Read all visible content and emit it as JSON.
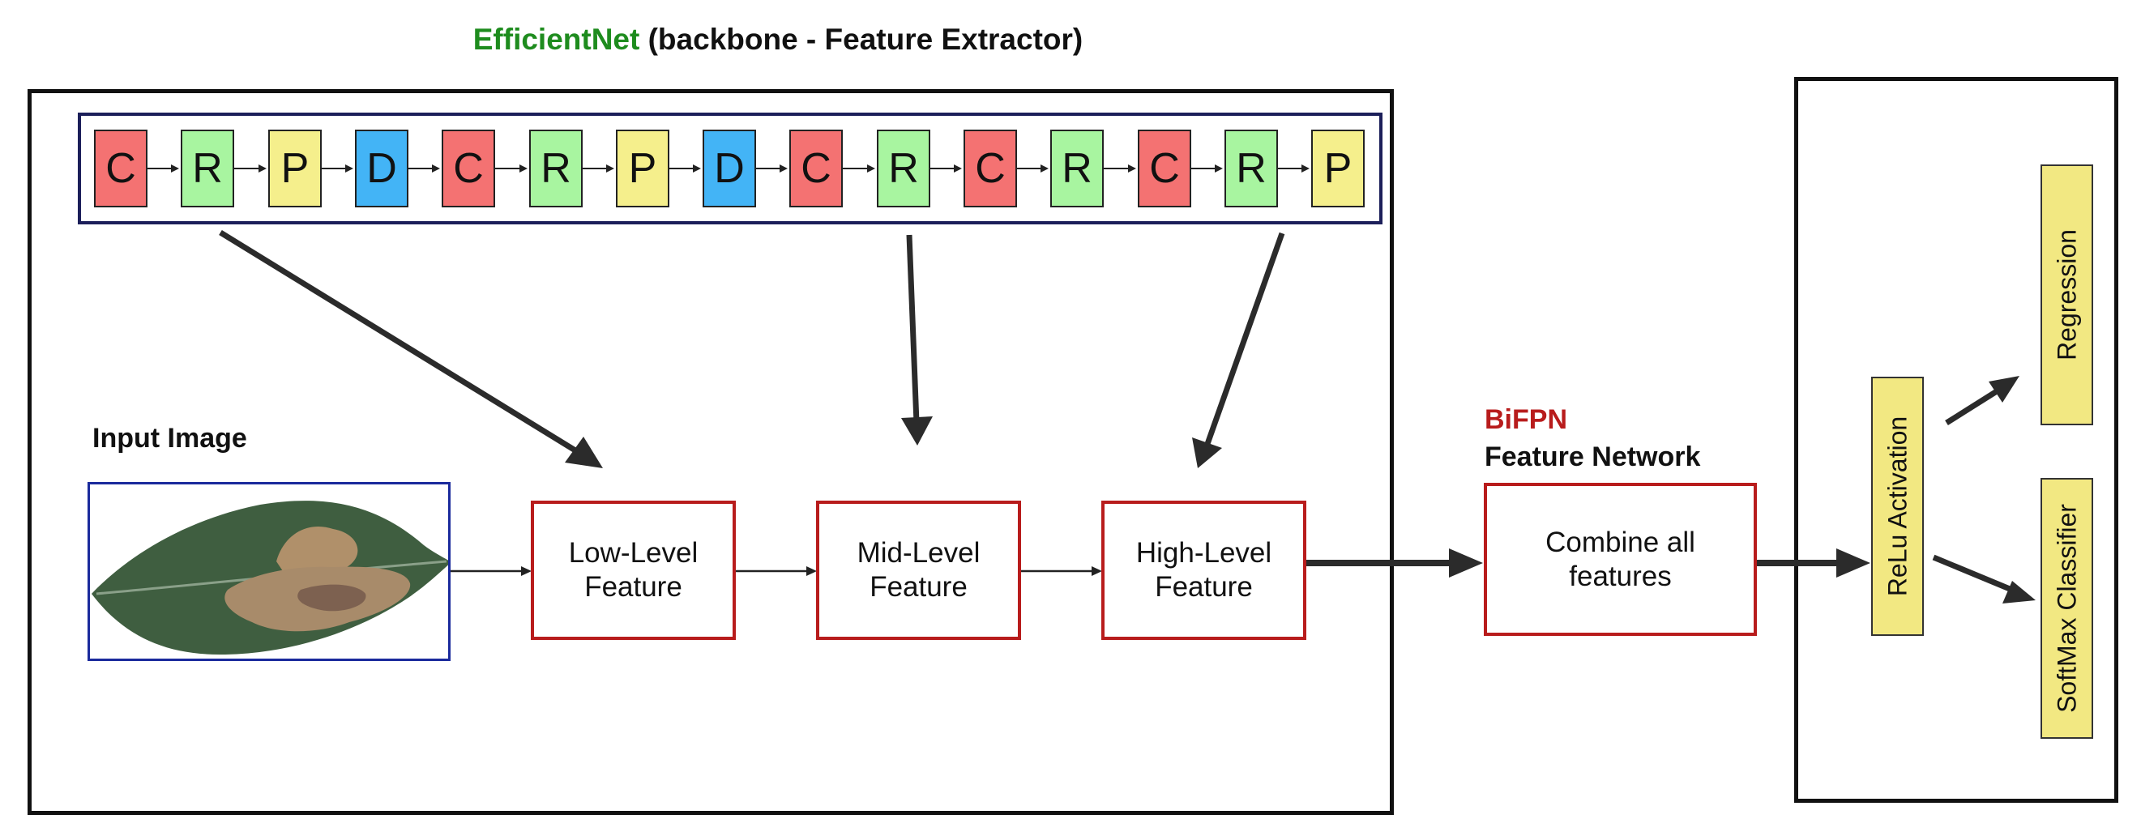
{
  "header": {
    "title_highlight": "EfficientNet",
    "title_rest": " (backbone - Feature Extractor)"
  },
  "colors": {
    "conv": "#f47272",
    "relu": "#a8f5a0",
    "pool": "#f5ef8c",
    "dropout": "#43b4f6",
    "feature_border": "#b81c1c",
    "title_green": "#1e8c1e",
    "head_box": "#f2e882"
  },
  "layers": [
    {
      "letter": "C",
      "kind": "conv"
    },
    {
      "letter": "R",
      "kind": "relu"
    },
    {
      "letter": "P",
      "kind": "pool"
    },
    {
      "letter": "D",
      "kind": "dropout"
    },
    {
      "letter": "C",
      "kind": "conv"
    },
    {
      "letter": "R",
      "kind": "relu"
    },
    {
      "letter": "P",
      "kind": "pool"
    },
    {
      "letter": "D",
      "kind": "dropout"
    },
    {
      "letter": "C",
      "kind": "conv"
    },
    {
      "letter": "R",
      "kind": "relu"
    },
    {
      "letter": "C",
      "kind": "conv"
    },
    {
      "letter": "R",
      "kind": "relu"
    },
    {
      "letter": "C",
      "kind": "conv"
    },
    {
      "letter": "R",
      "kind": "relu"
    },
    {
      "letter": "P",
      "kind": "pool"
    }
  ],
  "input": {
    "label": "Input Image"
  },
  "features": {
    "low": "Low-Level Feature",
    "mid": "Mid-Level Feature",
    "high": "High-Level Feature"
  },
  "bifpn": {
    "name": "BiFPN",
    "subtitle": "Feature Network",
    "box": "Combine all features"
  },
  "head": {
    "activation": "ReLu Activation",
    "regression": "Regression",
    "classifier": "SoftMax Classifier"
  }
}
